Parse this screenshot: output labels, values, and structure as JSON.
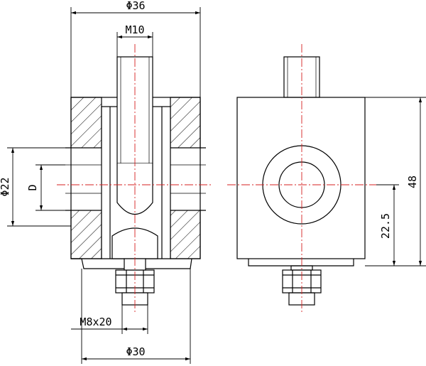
{
  "labels": {
    "outer_diameter": "Φ36",
    "thread_top": "M10",
    "bore_diameter": "Φ22",
    "bore_label": "D",
    "bottom_thread": "M8x20",
    "base_diameter": "Φ30",
    "height_total": "48",
    "center_height": "22.5"
  },
  "colors": {
    "outline": "#000000",
    "centerline": "#d62020",
    "background": "#ffffff"
  }
}
